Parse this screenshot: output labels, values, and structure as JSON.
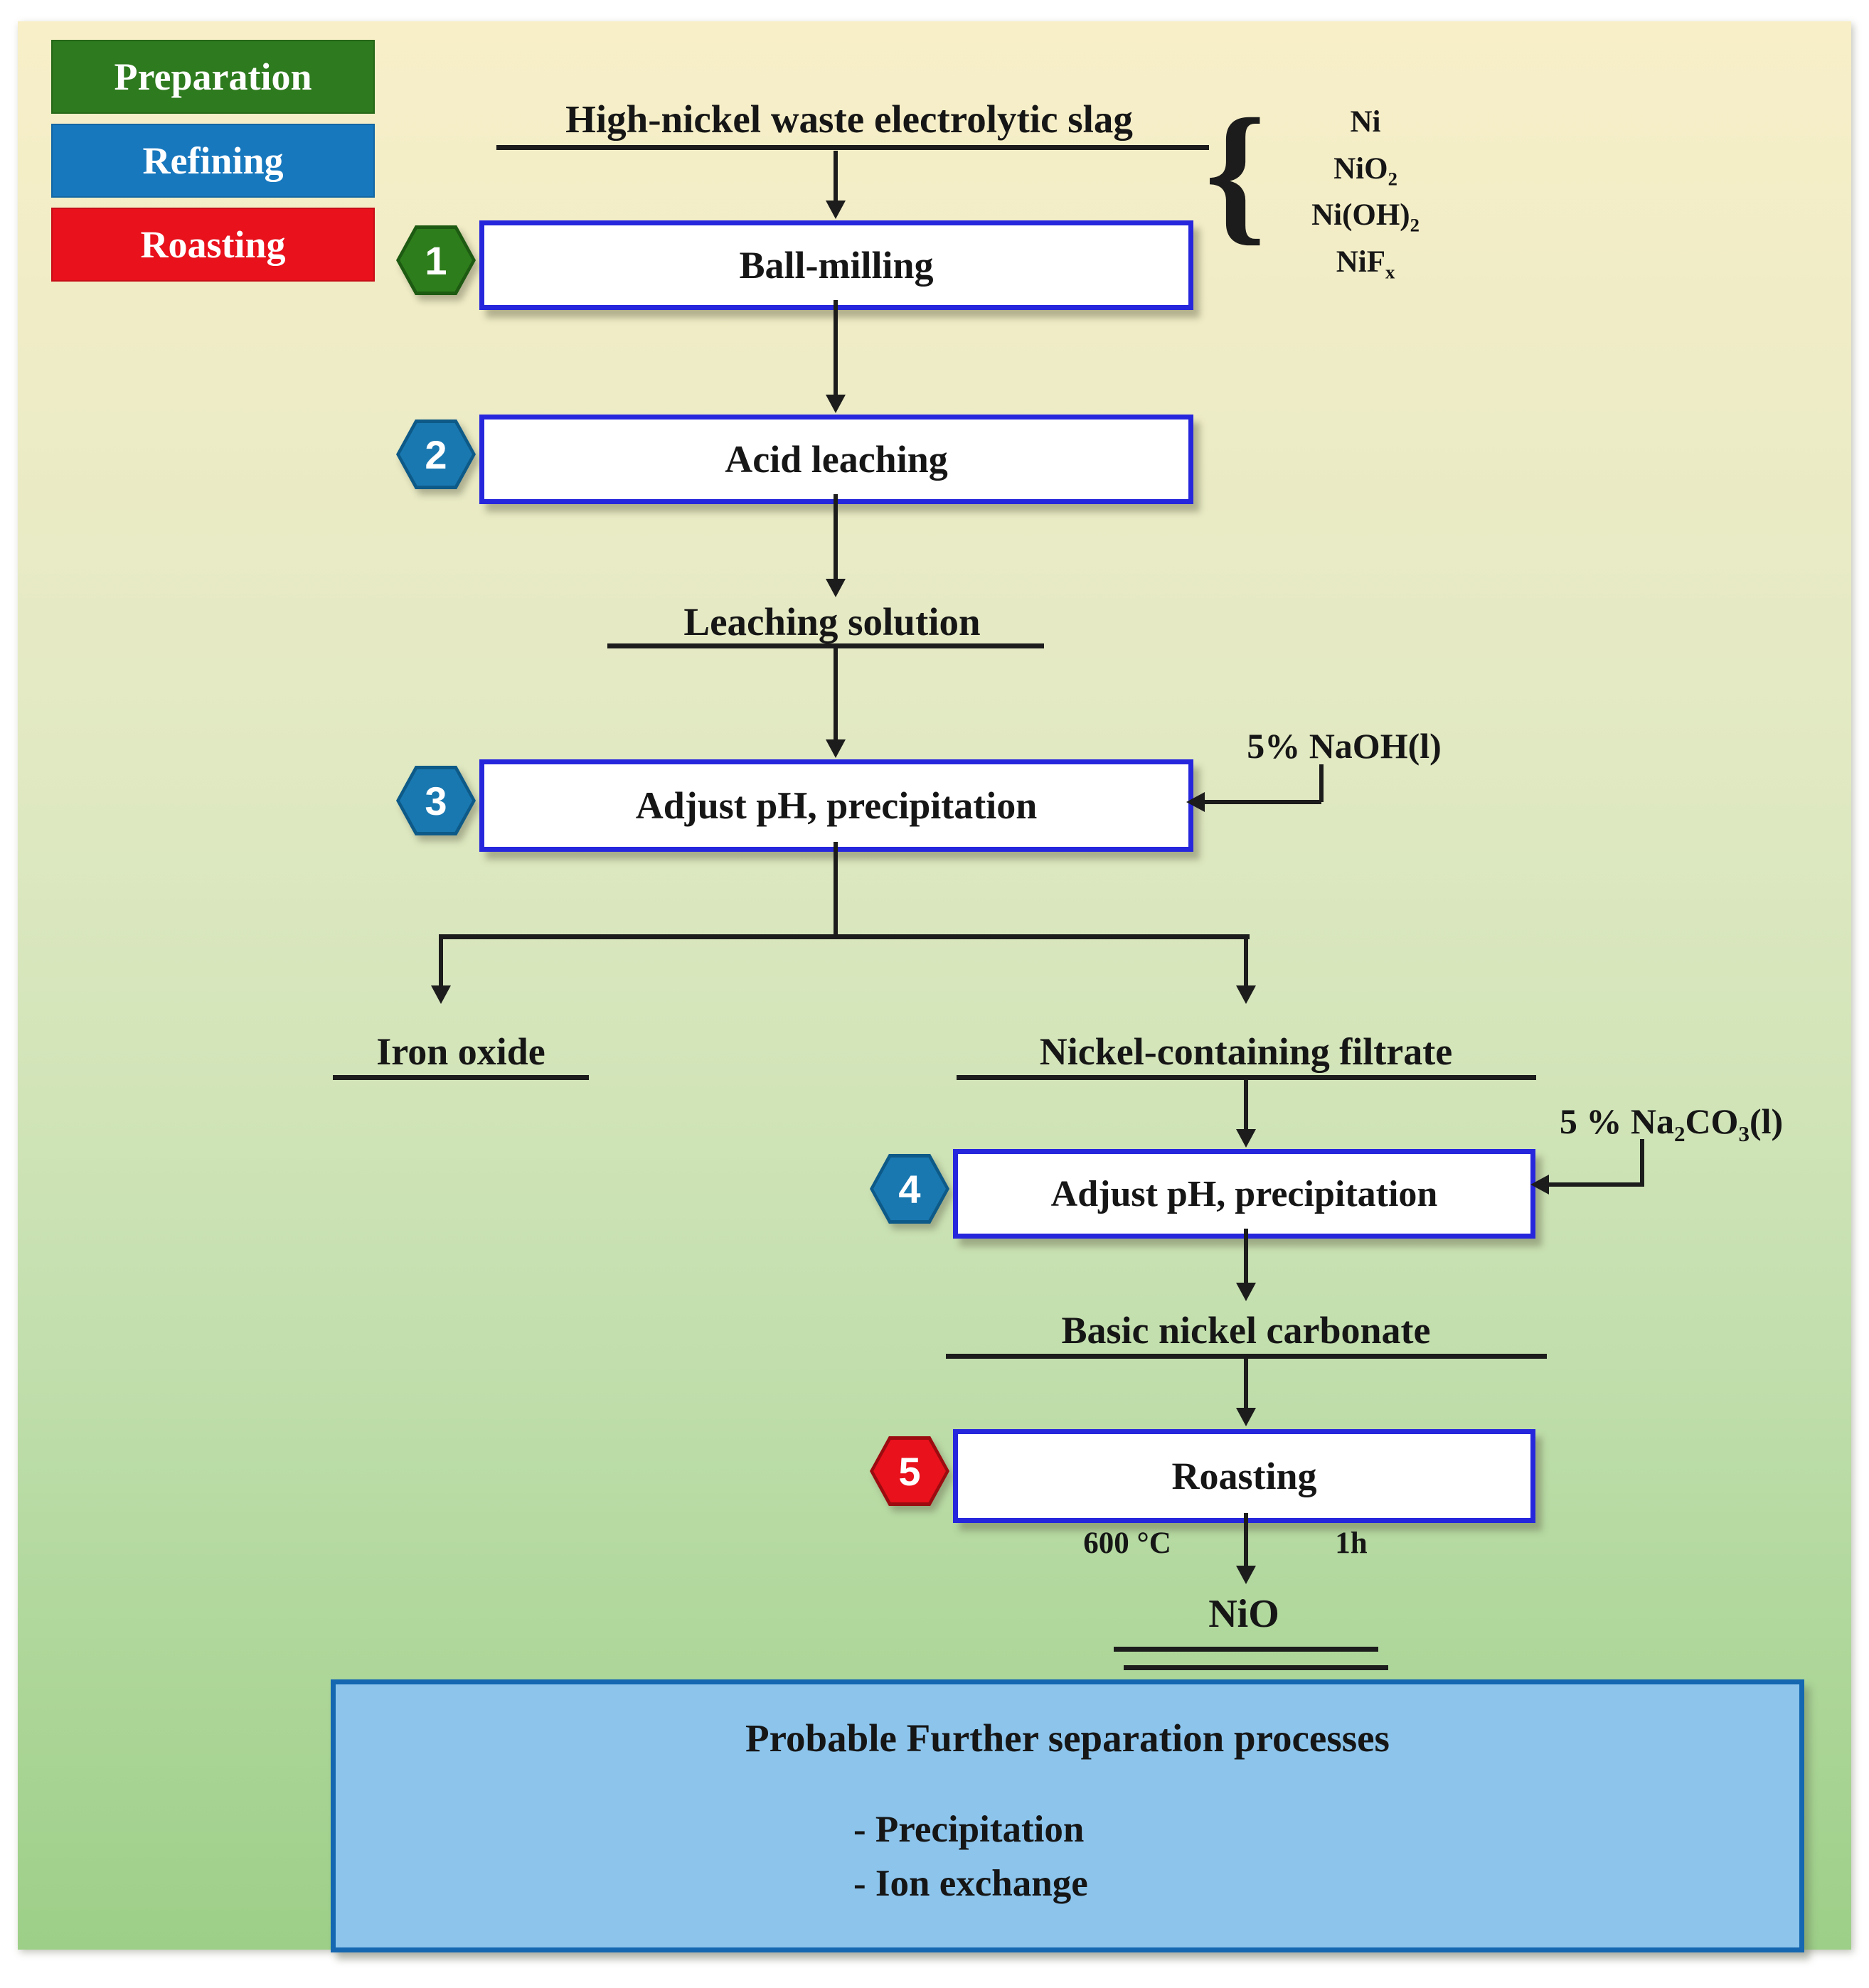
{
  "legend": {
    "items": [
      {
        "label": "Preparation",
        "color": "#2e7a1e"
      },
      {
        "label": "Refining",
        "color": "#1878be"
      },
      {
        "label": "Roasting",
        "color": "#e8111c"
      }
    ]
  },
  "source": {
    "title": "High-nickel waste electrolytic slag",
    "brace_glyph": "{",
    "components": [
      {
        "base": "Ni",
        "sub": ""
      },
      {
        "base": "NiO",
        "sub": "2"
      },
      {
        "base": "Ni(OH)",
        "sub": "2"
      },
      {
        "base": "NiF",
        "sub": "x"
      }
    ]
  },
  "steps": [
    {
      "num": "1",
      "label": "Ball-milling",
      "stage": "Preparation"
    },
    {
      "num": "2",
      "label": "Acid leaching",
      "stage": "Refining"
    },
    {
      "num": "3",
      "label": "Adjust pH, precipitation",
      "stage": "Refining"
    },
    {
      "num": "4",
      "label": "Adjust pH, precipitation",
      "stage": "Refining"
    },
    {
      "num": "5",
      "label": "Roasting",
      "stage": "Roasting"
    }
  ],
  "intermediates": {
    "leaching_solution": "Leaching solution",
    "iron_oxide": "Iron oxide",
    "nickel_filtrate": "Nickel-containing filtrate",
    "basic_nickel_carbonate": "Basic nickel carbonate",
    "final_product": "NiO"
  },
  "reagents": {
    "naoh": "5% NaOH(l)",
    "na2co3": {
      "pre": "5 % Na",
      "sub1": "2",
      "mid": "CO",
      "sub2": "3",
      "post": "(l)"
    }
  },
  "roasting_conditions": {
    "temperature": "600 °C",
    "time": "1h"
  },
  "further_processes": {
    "title": "Probable Further separation processes",
    "items": [
      "- Precipitation",
      "- Ion exchange"
    ]
  },
  "colors": {
    "preparation_green": "#2e7a1e",
    "refining_blue": "#1878be",
    "roasting_red": "#e8111c",
    "step_box_border": "#2626dd",
    "further_box_fill": "#8cc4ec",
    "further_box_border": "#1467b0",
    "background_top": "#f8efc8",
    "background_bottom": "#9dcf88"
  }
}
